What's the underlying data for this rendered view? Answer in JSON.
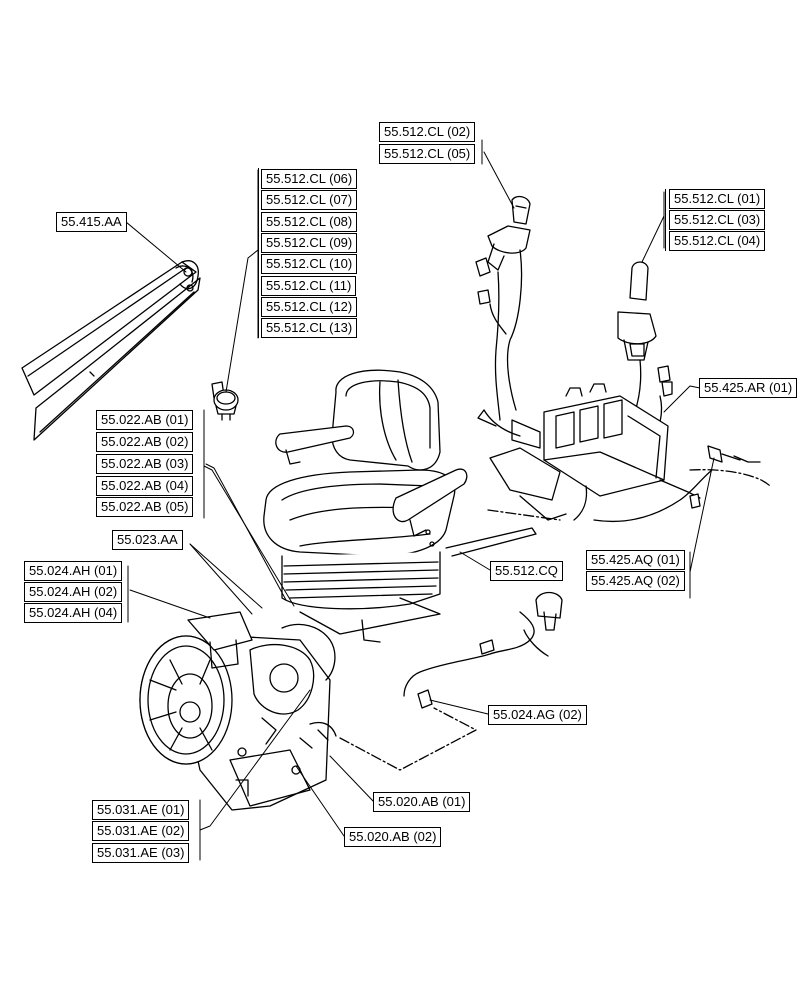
{
  "callouts": {
    "joystick_left_02": "55.512.CL (02)",
    "joystick_left_05": "55.512.CL (05)",
    "switch_06": "55.512.CL (06)",
    "switch_07": "55.512.CL (07)",
    "switch_08": "55.512.CL (08)",
    "switch_09": "55.512.CL (09)",
    "switch_10": "55.512.CL (10)",
    "switch_11": "55.512.CL (11)",
    "switch_12": "55.512.CL (12)",
    "switch_13": "55.512.CL (13)",
    "boom": "55.415.AA",
    "joystick_right_01": "55.512.CL (01)",
    "joystick_right_03": "55.512.CL (03)",
    "joystick_right_04": "55.512.CL (04)",
    "valve_ar01": "55.425.AR (01)",
    "seat_ab01": "55.022.AB (01)",
    "seat_ab02": "55.022.AB (02)",
    "seat_ab03": "55.022.AB (03)",
    "seat_ab04": "55.022.AB (04)",
    "seat_ab05": "55.022.AB (05)",
    "harness_aa": "55.023.AA",
    "cq": "55.512.CQ",
    "aq01": "55.425.AQ (01)",
    "aq02": "55.425.AQ (02)",
    "ah01": "55.024.AH (01)",
    "ah02": "55.024.AH (02)",
    "ah04": "55.024.AH (04)",
    "ag02": "55.024.AG (02)",
    "ab_020_01": "55.020.AB (01)",
    "ae01": "55.031.AE (01)",
    "ae02": "55.031.AE (02)",
    "ae03": "55.031.AE (03)",
    "ab_020_02": "55.020.AB (02)"
  }
}
